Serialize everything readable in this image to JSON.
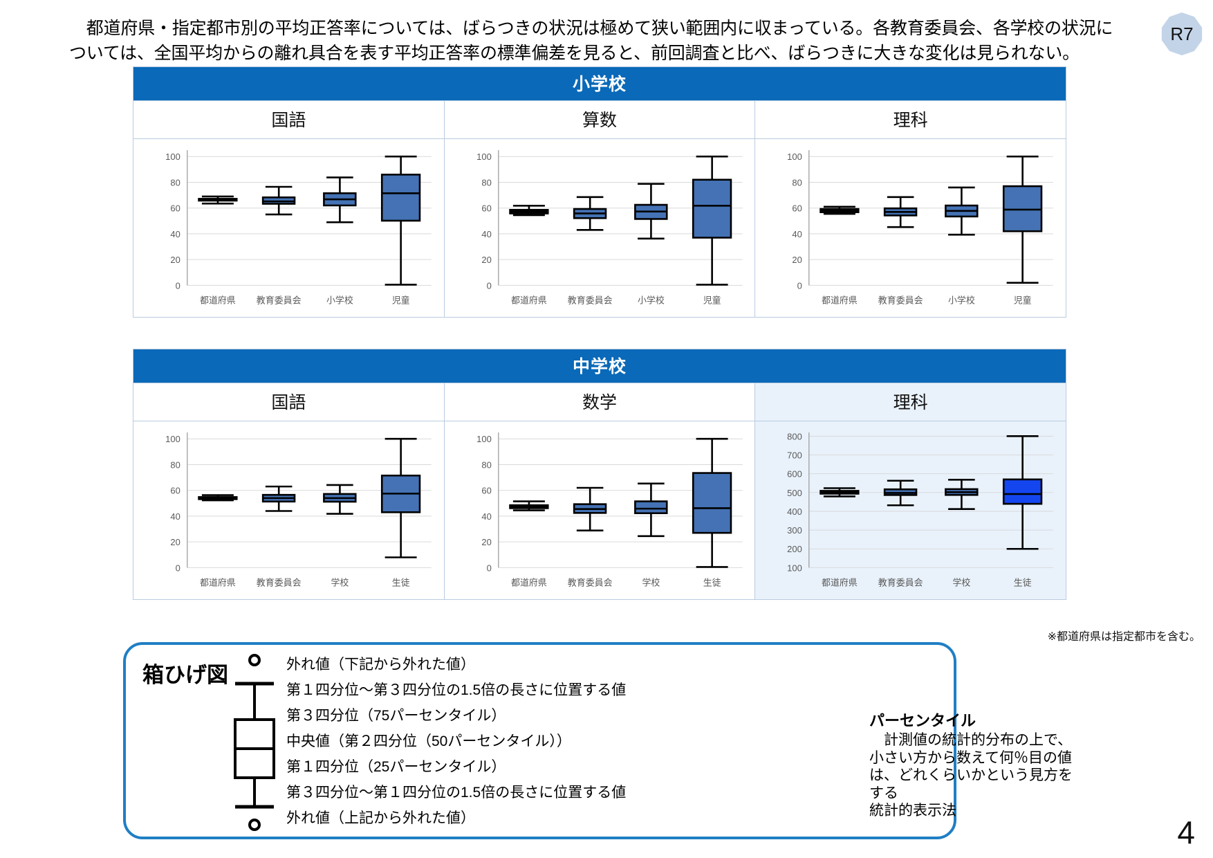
{
  "intro": {
    "line1": "　都道府県・指定都市別の平均正答率については、ばらつきの状況は極めて狭い範囲内に収まっている。各教育委員会、各学校の状況に",
    "line2": "ついては、全国平均からの離れ具合を表す平均正答率の標準偏差を見ると、前回調査と比べ、ばらつきに大きな変化は見られない。"
  },
  "badge": {
    "label": "R7"
  },
  "footnote": {
    "text": "※都道府県は指定都市を含む。"
  },
  "page_number": "4",
  "panels": [
    {
      "title": "小学校",
      "subjects": [
        "国語",
        "算数",
        "理科"
      ],
      "highlight_index": -1
    },
    {
      "title": "中学校",
      "subjects": [
        "国語",
        "数学",
        "理科"
      ],
      "highlight_index": 2
    }
  ],
  "legend": {
    "title": "箱ひげ図",
    "items": [
      "外れ値（下記から外れた値）",
      "第１四分位～第３四分位の1.5倍の長さに位置する値",
      "第３四分位（75パーセンタイル）",
      "中央値（第２四分位（50パーセンタイル））",
      "第１四分位（25パーセンタイル）",
      "第３四分位～第１四分位の1.5倍の長さに位置する値",
      "外れ値（上記から外れた値）"
    ],
    "percentile_title": "パーセンタイル",
    "percentile_body_lines": [
      "　計測値の統計的分布の上で、",
      "小さい方から数えて何％目の値",
      "は、どれくらいかという見方をする",
      "統計的表示法"
    ]
  },
  "colors": {
    "header_blue": "#0a69b8",
    "panel_border": "#b9cbe0",
    "box_blue": "#4472b4",
    "box_black": "#0d0d12",
    "box_bright_blue": "#1446f0",
    "highlight_bg": "#e9f2fb",
    "grid": "#d9d9d9",
    "badge_bg": "#c3d4e8",
    "legend_border": "#1f7fc4"
  },
  "chart_data": [
    {
      "type": "box",
      "title": "小学校 国語",
      "panel": "小学校",
      "subject": "国語",
      "ylabel": "",
      "ylim": [
        0,
        105
      ],
      "yticks": [
        0,
        20,
        40,
        60,
        80,
        100
      ],
      "grid": true,
      "categories": [
        "都道府県",
        "教育委員会",
        "小学校",
        "児童"
      ],
      "boxes": [
        {
          "name": "都道府県",
          "low": 63.5,
          "q1": 65.8,
          "median": 66.5,
          "q3": 67.2,
          "high": 69.0,
          "color": "black",
          "width": 0.62
        },
        {
          "name": "教育委員会",
          "low": 55.0,
          "q1": 63.3,
          "median": 65.2,
          "q3": 68.3,
          "high": 76.5,
          "color": "blue",
          "width": 0.52
        },
        {
          "name": "小学校",
          "low": 49.0,
          "q1": 62.0,
          "median": 66.8,
          "q3": 71.5,
          "high": 83.8,
          "color": "blue",
          "width": 0.52
        },
        {
          "name": "児童",
          "low": 0.5,
          "q1": 50.2,
          "median": 71.5,
          "q3": 86.0,
          "high": 100.0,
          "color": "blue",
          "width": 0.62
        }
      ]
    },
    {
      "type": "box",
      "title": "小学校 算数",
      "panel": "小学校",
      "subject": "算数",
      "ylim": [
        0,
        105
      ],
      "yticks": [
        0,
        20,
        40,
        60,
        80,
        100
      ],
      "grid": true,
      "categories": [
        "都道府県",
        "教育委員会",
        "小学校",
        "児童"
      ],
      "boxes": [
        {
          "name": "都道府県",
          "low": 54.5,
          "q1": 55.8,
          "median": 57.2,
          "q3": 58.6,
          "high": 61.8,
          "color": "black",
          "width": 0.62
        },
        {
          "name": "教育委員会",
          "low": 43.0,
          "q1": 52.2,
          "median": 55.8,
          "q3": 59.3,
          "high": 68.5,
          "color": "blue",
          "width": 0.52
        },
        {
          "name": "小学校",
          "low": 36.3,
          "q1": 51.5,
          "median": 57.3,
          "q3": 62.5,
          "high": 78.8,
          "color": "blue",
          "width": 0.52
        },
        {
          "name": "児童",
          "low": 0.5,
          "q1": 37.0,
          "median": 61.8,
          "q3": 82.0,
          "high": 100.0,
          "color": "blue",
          "width": 0.62
        }
      ]
    },
    {
      "type": "box",
      "title": "小学校 理科",
      "panel": "小学校",
      "subject": "理科",
      "ylim": [
        0,
        105
      ],
      "yticks": [
        0,
        20,
        40,
        60,
        80,
        100
      ],
      "grid": true,
      "categories": [
        "都道府県",
        "教育委員会",
        "小学校",
        "児童"
      ],
      "boxes": [
        {
          "name": "都道府県",
          "low": 55.5,
          "q1": 56.8,
          "median": 58.0,
          "q3": 59.3,
          "high": 61.0,
          "color": "black",
          "width": 0.62
        },
        {
          "name": "教育委員会",
          "low": 45.2,
          "q1": 54.3,
          "median": 57.0,
          "q3": 59.8,
          "high": 68.5,
          "color": "blue",
          "width": 0.52
        },
        {
          "name": "小学校",
          "low": 39.3,
          "q1": 53.5,
          "median": 57.8,
          "q3": 62.0,
          "high": 76.0,
          "color": "blue",
          "width": 0.52
        },
        {
          "name": "児童",
          "low": 2.0,
          "q1": 42.0,
          "median": 58.8,
          "q3": 77.0,
          "high": 100.0,
          "color": "blue",
          "width": 0.62
        }
      ]
    },
    {
      "type": "box",
      "title": "中学校 国語",
      "panel": "中学校",
      "subject": "国語",
      "ylim": [
        0,
        105
      ],
      "yticks": [
        0,
        20,
        40,
        60,
        80,
        100
      ],
      "grid": true,
      "categories": [
        "都道府県",
        "教育委員会",
        "学校",
        "生徒"
      ],
      "boxes": [
        {
          "name": "都道府県",
          "low": 52.3,
          "q1": 53.2,
          "median": 54.0,
          "q3": 54.8,
          "high": 56.3,
          "color": "black",
          "width": 0.62
        },
        {
          "name": "教育委員会",
          "low": 44.0,
          "q1": 51.3,
          "median": 54.0,
          "q3": 56.5,
          "high": 63.0,
          "color": "blue",
          "width": 0.52
        },
        {
          "name": "学校",
          "low": 41.8,
          "q1": 51.2,
          "median": 54.0,
          "q3": 57.2,
          "high": 64.2,
          "color": "blue",
          "width": 0.52
        },
        {
          "name": "生徒",
          "low": 8.0,
          "q1": 43.0,
          "median": 57.5,
          "q3": 71.5,
          "high": 100.0,
          "color": "blue",
          "width": 0.62
        }
      ]
    },
    {
      "type": "box",
      "title": "中学校 数学",
      "panel": "中学校",
      "subject": "数学",
      "ylim": [
        0,
        105
      ],
      "yticks": [
        0,
        20,
        40,
        60,
        80,
        100
      ],
      "grid": true,
      "categories": [
        "都道府県",
        "教育委員会",
        "学校",
        "生徒"
      ],
      "boxes": [
        {
          "name": "都道府県",
          "low": 44.5,
          "q1": 46.2,
          "median": 47.3,
          "q3": 48.5,
          "high": 51.5,
          "color": "black",
          "width": 0.62
        },
        {
          "name": "教育委員会",
          "low": 28.8,
          "q1": 42.5,
          "median": 45.5,
          "q3": 49.3,
          "high": 62.0,
          "color": "blue",
          "width": 0.52
        },
        {
          "name": "学校",
          "low": 24.5,
          "q1": 42.3,
          "median": 45.8,
          "q3": 51.5,
          "high": 65.3,
          "color": "blue",
          "width": 0.52
        },
        {
          "name": "生徒",
          "low": 0.5,
          "q1": 27.0,
          "median": 46.2,
          "q3": 73.5,
          "high": 100.0,
          "color": "blue",
          "width": 0.62
        }
      ]
    },
    {
      "type": "box",
      "title": "中学校 理科",
      "panel": "中学校",
      "subject": "理科",
      "ylim": [
        100,
        820
      ],
      "yticks": [
        100,
        200,
        300,
        400,
        500,
        600,
        700,
        800
      ],
      "grid": true,
      "highlight": true,
      "categories": [
        "都道府県",
        "教育委員会",
        "学校",
        "生徒"
      ],
      "boxes": [
        {
          "name": "都道府県",
          "low": 479,
          "q1": 494,
          "median": 501,
          "q3": 509,
          "high": 523,
          "color": "black",
          "width": 0.62
        },
        {
          "name": "教育委員会",
          "low": 432,
          "q1": 487,
          "median": 498,
          "q3": 517,
          "high": 563,
          "color": "blue",
          "width": 0.52
        },
        {
          "name": "学校",
          "low": 412,
          "q1": 487,
          "median": 502,
          "q3": 518,
          "high": 568,
          "color": "blue",
          "width": 0.52
        },
        {
          "name": "生徒",
          "low": 200,
          "q1": 440,
          "median": 492,
          "q3": 570,
          "high": 800,
          "color": "bright",
          "width": 0.62
        }
      ]
    }
  ]
}
